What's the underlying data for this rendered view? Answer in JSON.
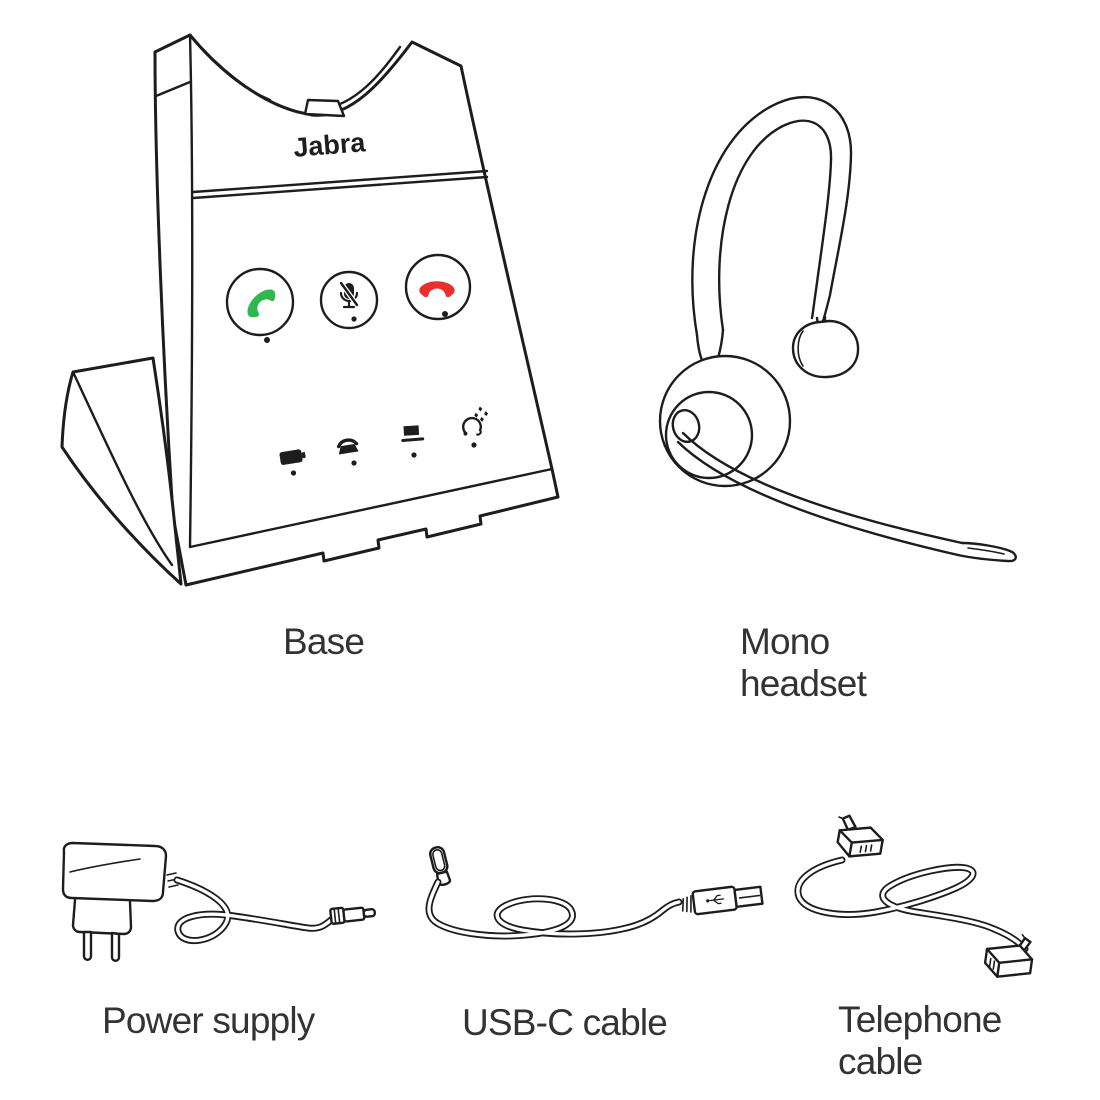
{
  "colors": {
    "line": "#1d1d1d",
    "answer_green": "#2eb94f",
    "end_red": "#e8302a",
    "label_text": "#333333",
    "background": "#ffffff"
  },
  "brand": {
    "logo_text": "Jabra"
  },
  "items": [
    {
      "id": "base",
      "label": "Base"
    },
    {
      "id": "mono-headset",
      "label": "Mono headset"
    },
    {
      "id": "power-supply",
      "label": "Power supply"
    },
    {
      "id": "usb-c-cable",
      "label": "USB-C cable"
    },
    {
      "id": "telephone-cable",
      "label": "Telephone cable"
    }
  ],
  "base_front": {
    "buttons": [
      {
        "icon": "answer-call-icon",
        "color": "#2eb94f"
      },
      {
        "icon": "mute-microphone-icon",
        "color": "#1d1d1d"
      },
      {
        "icon": "end-call-icon",
        "color": "#e8302a"
      }
    ],
    "status_icons": [
      "battery-status-icon",
      "desk-phone-status-icon",
      "computer-status-icon",
      "headset-pairing-status-icon"
    ]
  }
}
